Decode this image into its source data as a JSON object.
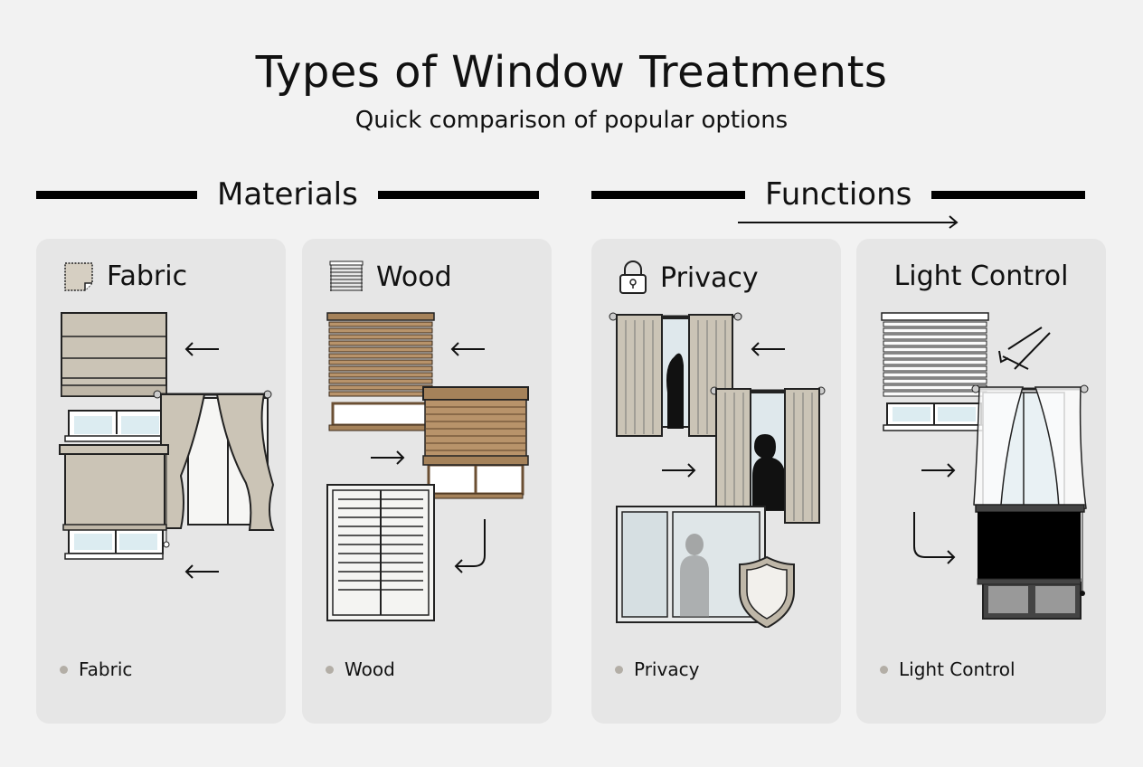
{
  "header": {
    "title": "Types of Window Treatments",
    "subtitle": "Quick comparison of popular options"
  },
  "sections": [
    {
      "label": "Materials"
    },
    {
      "label": "Functions",
      "arrow_icon": "arrow-right-icon"
    }
  ],
  "cards": [
    {
      "title": "Fabric",
      "icon": "fabric-swatch-icon",
      "bullet": "Fabric",
      "illustrations": [
        "roman-shade",
        "draped-curtains",
        "roller-shade"
      ],
      "arrows": [
        "arrow-left",
        "arrow-right",
        "arrow-left"
      ]
    },
    {
      "title": "Wood",
      "icon": "blinds-icon",
      "bullet": "Wood",
      "illustrations": [
        "wood-blinds",
        "bamboo-shade",
        "plantation-shutters"
      ],
      "arrows": [
        "arrow-left",
        "arrow-right",
        "arrow-curved-left"
      ]
    },
    {
      "title": "Privacy",
      "icon": "lock-icon",
      "bullet": "Privacy",
      "illustrations": [
        "grommet-curtains-partly-open",
        "grommet-curtains-with-silhouette",
        "frosted-window-with-shield"
      ],
      "arrows": [
        "arrow-left",
        "arrow-right"
      ]
    },
    {
      "title": "Light Control",
      "icon": "",
      "bullet": "Light Control",
      "illustrations": [
        "white-blinds",
        "sheer-curtains",
        "blackout-roller-shade"
      ],
      "arrows": [
        "sun-rays-deflect",
        "arrow-right",
        "arrow-curved-right"
      ]
    }
  ],
  "colors": {
    "background": "#f2f2f2",
    "card": "#e6e6e6",
    "fabric": "#cbc4b6",
    "wood": "#a5825a",
    "bullet": "#b3aea6",
    "blackout": "#000000"
  }
}
